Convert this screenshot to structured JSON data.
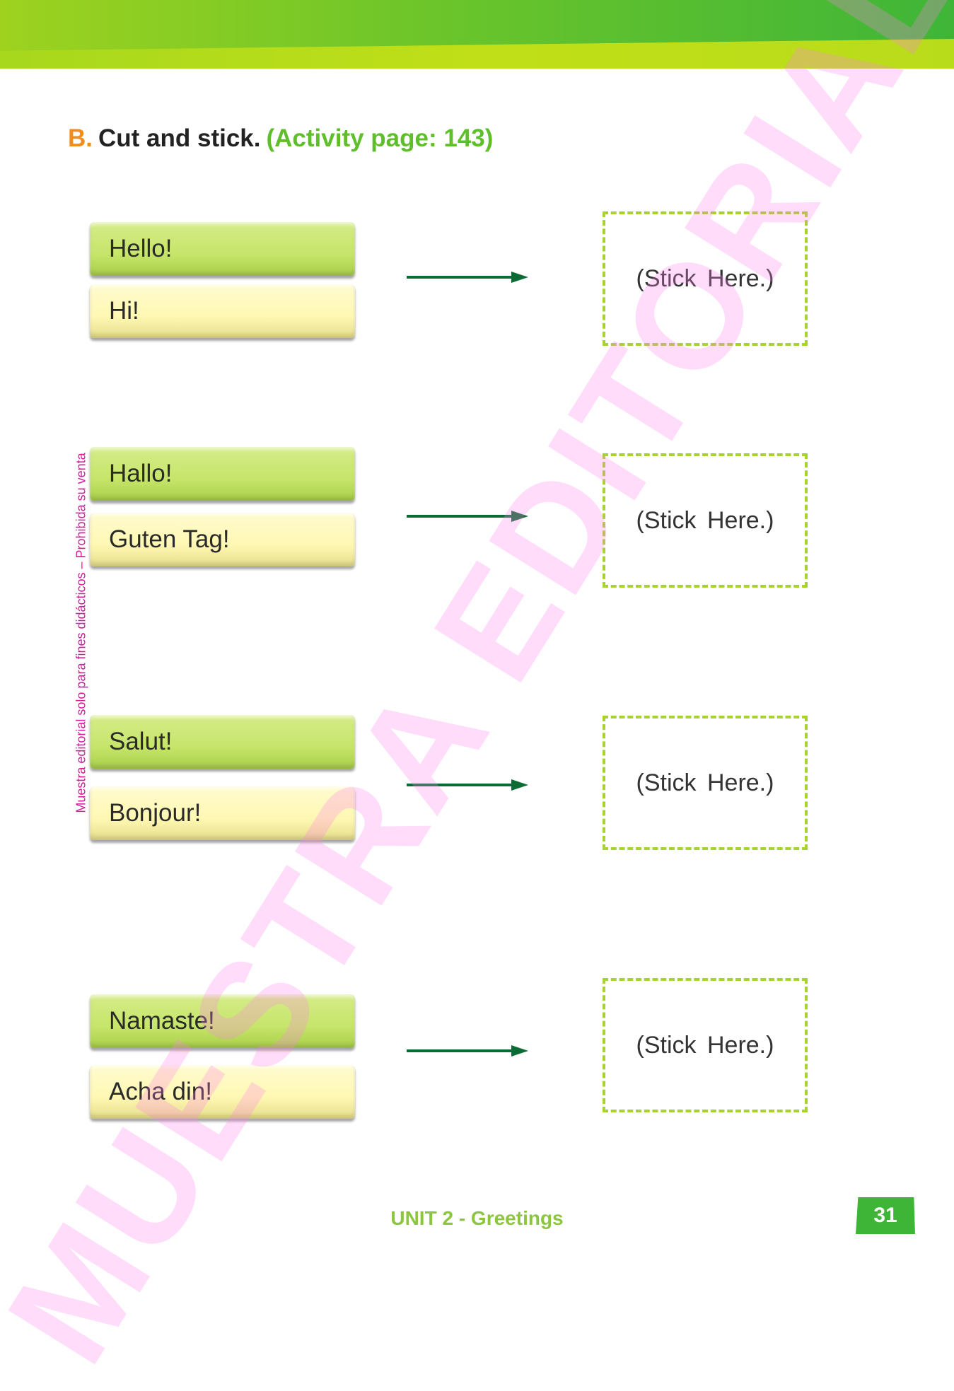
{
  "header": {
    "letter": "B.",
    "instruction": "Cut and stick.",
    "reference": "(Activity page: 143)"
  },
  "groups": [
    {
      "green": "Hello!",
      "yellow": "Hi!",
      "placeholder": "(Stick Here.)"
    },
    {
      "green": "Hallo!",
      "yellow": "Guten Tag!",
      "placeholder": "(Stick Here.)"
    },
    {
      "green": "Salut!",
      "yellow": "Bonjour!",
      "placeholder": "(Stick Here.)"
    },
    {
      "green": "Namaste!",
      "yellow": "Acha din!",
      "placeholder": "(Stick Here.)"
    }
  ],
  "watermark": {
    "side_text": "Muestra editorial solo para fines didácticos – Prohibida su venta",
    "diagonal_text": "MUESTRA EDITORIAL"
  },
  "footer": {
    "unit": "UNIT 2 - Greetings",
    "page_number": "31"
  },
  "colors": {
    "accent_green": "#3fb538",
    "card_green": "#c6e56a",
    "card_yellow": "#fff8b3",
    "arrow": "#0b6b34",
    "dashed_border": "#a6d232",
    "letter_orange": "#f28c1b",
    "watermark_pink": "#ff82eb"
  }
}
